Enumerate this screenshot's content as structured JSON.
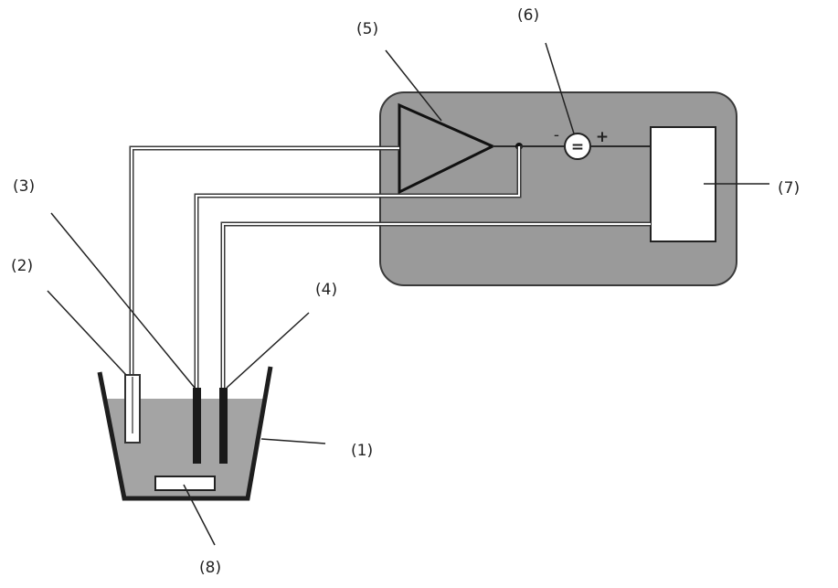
{
  "labels": {
    "l1": "(1)",
    "l2": "(2)",
    "l3": "(3)",
    "l4": "(4)",
    "l5": "(5)",
    "l6": "(6)",
    "l7": "(7)",
    "l8": "(8)"
  },
  "source_symbols": {
    "minus": "-",
    "plus": "+",
    "equals": "="
  },
  "colors": {
    "housing_fill": "#9a9a9a",
    "housing_stroke": "#3a3a3a",
    "liquid_fill": "#a4a4a4",
    "vessel_stroke": "#1e1e1e",
    "wire": "#2a2a2a",
    "box_fill": "#ffffff"
  }
}
